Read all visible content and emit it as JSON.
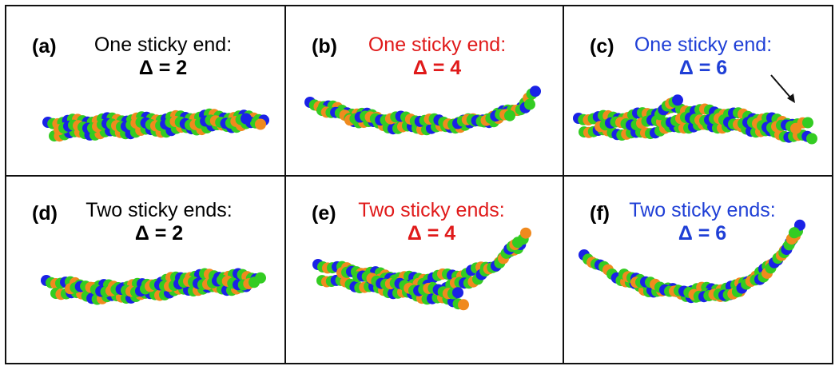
{
  "colors": {
    "black": "#000000",
    "red": "#e01a1a",
    "blue": "#1f3fd6",
    "bead_blue": "#1a22e6",
    "bead_green": "#33cc22",
    "bead_orange": "#f08a1e"
  },
  "panels": [
    {
      "label": "(a)",
      "line1": "One sticky end:",
      "line2": "Δ = 2",
      "color_key": "black"
    },
    {
      "label": "(b)",
      "line1": "One sticky end:",
      "line2": "Δ = 4",
      "color_key": "red"
    },
    {
      "label": "(c)",
      "line1": "One sticky end:",
      "line2": "Δ = 6",
      "color_key": "blue"
    },
    {
      "label": "(d)",
      "line1": "Two sticky ends:",
      "line2": "Δ = 2",
      "color_key": "black"
    },
    {
      "label": "(e)",
      "line1": "Two sticky ends:",
      "line2": "Δ = 4",
      "color_key": "red"
    },
    {
      "label": "(f)",
      "line1": "Two sticky ends:",
      "line2": "Δ = 6",
      "color_key": "blue"
    }
  ]
}
